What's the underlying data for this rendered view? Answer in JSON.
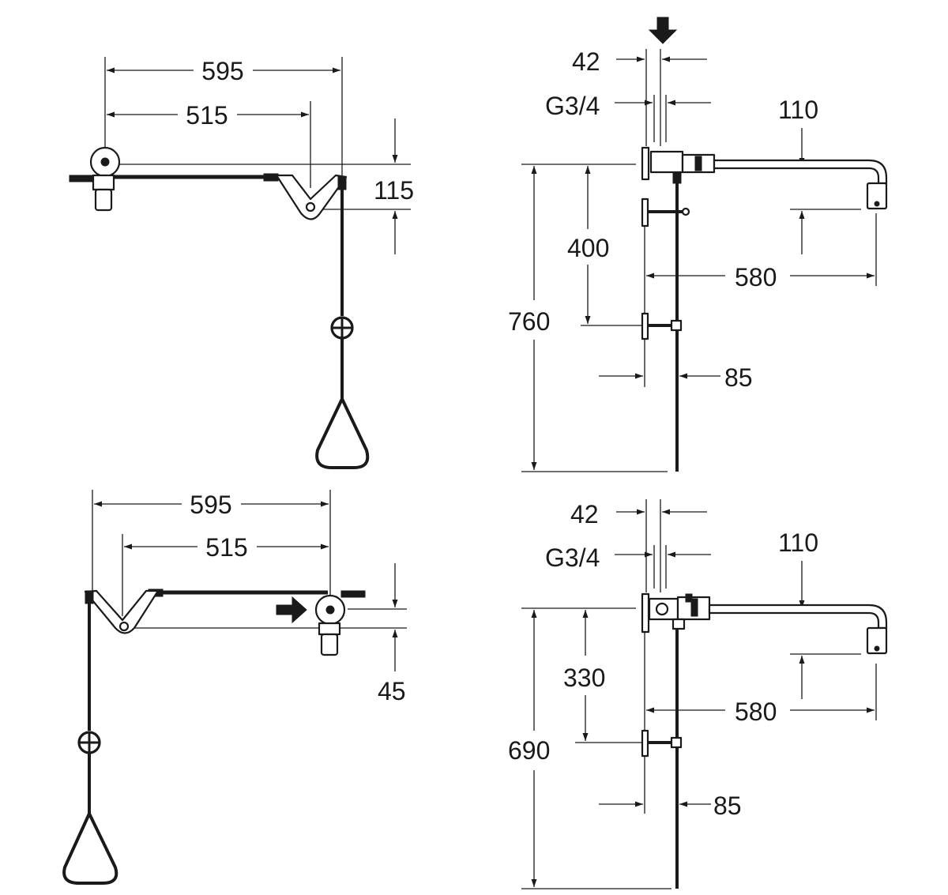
{
  "colors": {
    "line": "#1a1a1a",
    "background": "#ffffff"
  },
  "views": {
    "top_left": {
      "overall_width": "595",
      "pivot_width": "515",
      "drop_height": "115"
    },
    "bottom_left": {
      "overall_width": "595",
      "pivot_width": "515",
      "drop_height": "45"
    },
    "top_right": {
      "connection_width": "42",
      "thread": "G3/4",
      "outlet_drop": "110",
      "bracket_spacing": "400",
      "total_height": "760",
      "reach": "580",
      "rod_offset": "85"
    },
    "bottom_right": {
      "connection_width": "42",
      "thread": "G3/4",
      "outlet_drop": "110",
      "bracket_spacing": "330",
      "total_height": "690",
      "reach": "580",
      "rod_offset": "85"
    }
  }
}
